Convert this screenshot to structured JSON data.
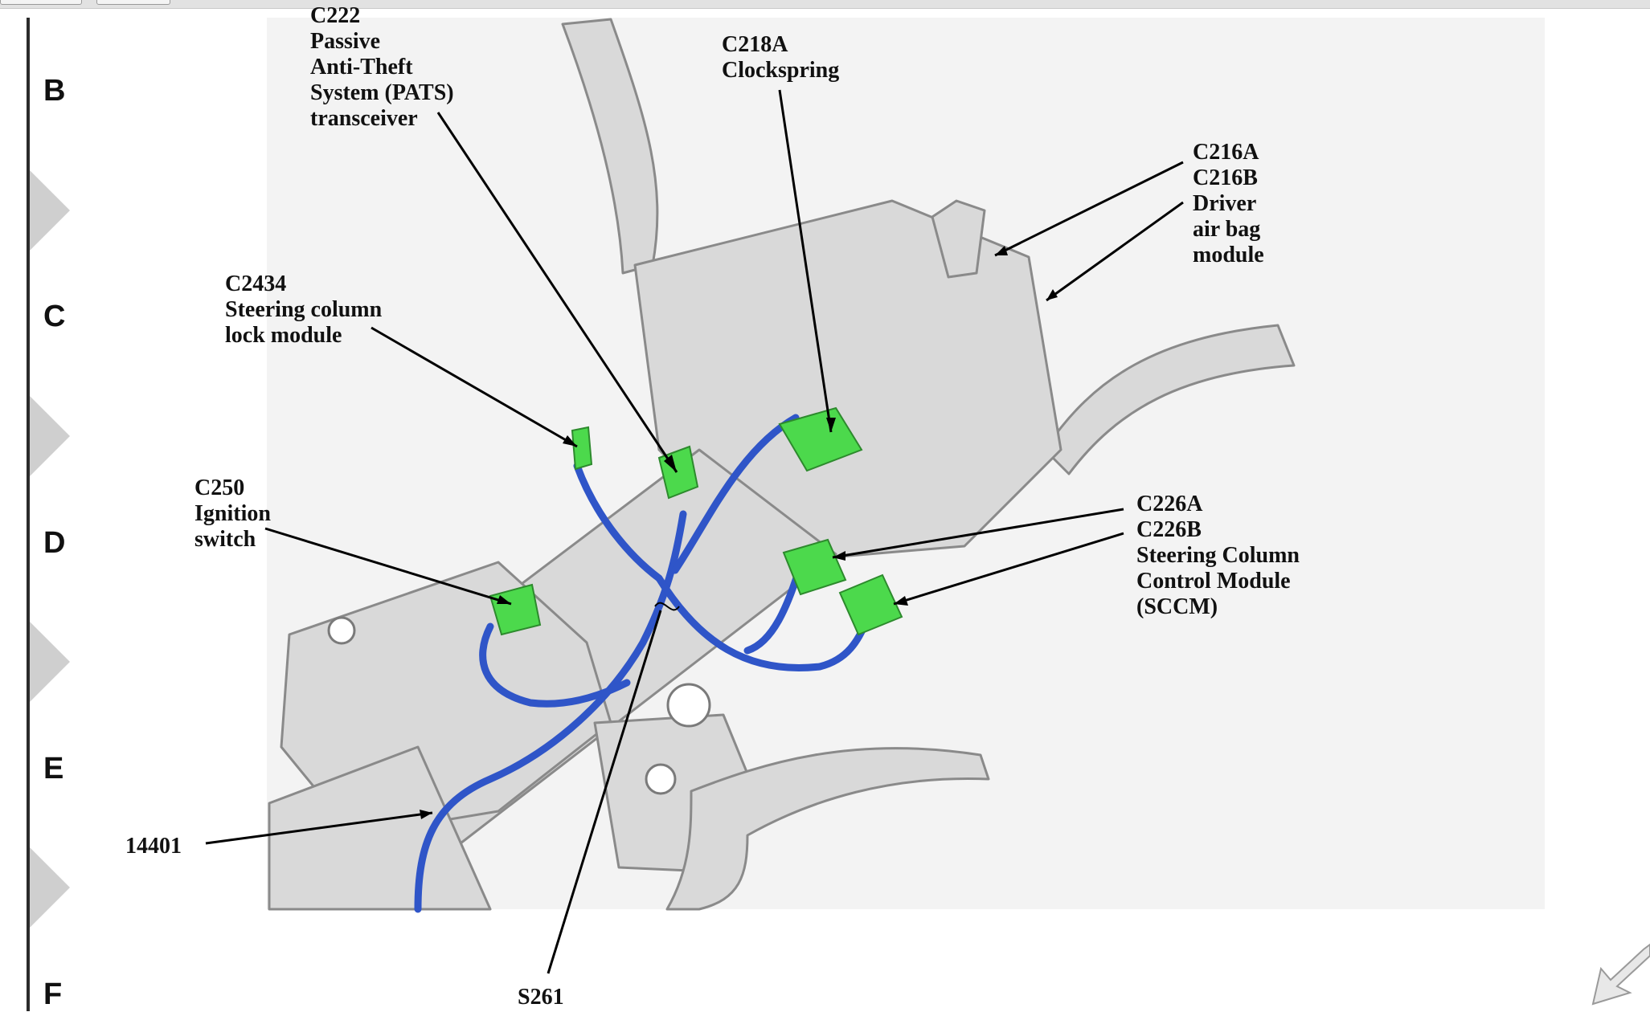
{
  "zones": [
    "B",
    "C",
    "D",
    "E",
    "F"
  ],
  "labels": {
    "pats": {
      "code": "C222",
      "lines": [
        "Passive",
        "Anti-Theft",
        "System (PATS)",
        "transceiver"
      ]
    },
    "c218a": {
      "code": "C218A",
      "lines": [
        "Clockspring"
      ]
    },
    "c216": {
      "codes": [
        "C216A",
        "C216B"
      ],
      "lines": [
        "Driver",
        "air bag",
        "module"
      ]
    },
    "c2434": {
      "code": "C2434",
      "lines": [
        "Steering column",
        "lock module"
      ]
    },
    "c250": {
      "code": "C250",
      "lines": [
        "Ignition",
        "switch"
      ]
    },
    "c226": {
      "codes": [
        "C226A",
        "C226B"
      ],
      "lines": [
        "Steering Column",
        "Control Module",
        "(SCCM)"
      ]
    },
    "harness": {
      "code": "14401"
    },
    "splice": {
      "code": "S261"
    }
  },
  "colors": {
    "connector": "#4cd94c",
    "harness": "#2f55c8",
    "part": "#d9d9d9",
    "leader": "#000000"
  },
  "icons": [
    "corner-arrow-icon"
  ]
}
